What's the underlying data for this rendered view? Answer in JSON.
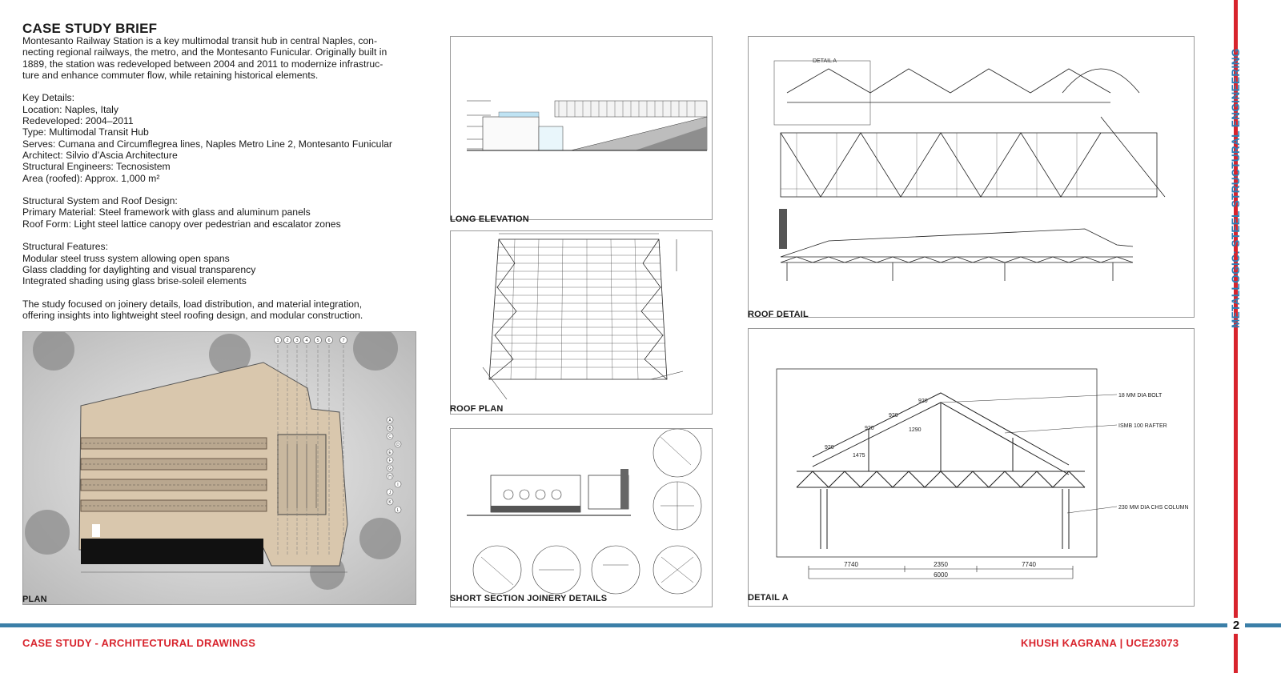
{
  "brief": {
    "title": "CASE STUDY BRIEF",
    "intro_lines": [
      "Montesanto Railway Station is a key multimodal transit hub in central Naples, con-",
      "necting regional railways, the metro, and the Montesanto Funicular. Originally built in",
      "1889, the station was redeveloped between 2004 and 2011 to modernize infrastruc-",
      "ture and enhance commuter flow, while retaining historical elements."
    ],
    "key_details_heading": "Key Details:",
    "key_details": [
      "Location: Naples, Italy",
      "Redeveloped: 2004–2011",
      "Type: Multimodal Transit Hub",
      "Serves: Cumana and Circumflegrea lines, Naples Metro Line 2, Montesanto Funicular",
      "Architect: Silvio d’Ascia Architecture",
      "Structural Engineers: Tecnosistem",
      "Area (roofed): Approx. 1,000 m²"
    ],
    "structural_heading": "Structural System and Roof Design:",
    "structural_lines": [
      "Primary Material: Steel framework with glass and aluminum panels",
      "Roof Form: Light steel lattice canopy over pedestrian and escalator zones"
    ],
    "features_heading": "Structural Features:",
    "features": [
      "Modular steel truss system allowing open spans",
      "Glass cladding for daylighting and visual transparency",
      "Integrated shading using glass brise-soleil elements"
    ],
    "closing_lines": [
      "The study focused on joinery details, load distribution, and material integration,",
      "offering insights into lightweight steel roofing design, and modular construction."
    ]
  },
  "captions": {
    "plan": "PLAN",
    "long_elevation": "LONG ELEVATION",
    "roof_plan": "ROOF PLAN",
    "short_section": "SHORT SECTION JOINERY DETAILS",
    "roof_detail": "ROOF DETAIL",
    "detail_a": "DETAIL A"
  },
  "drawing_labels": {
    "detail_a_tag": "DETAIL A",
    "bolt": "18 MM DIA BOLT",
    "rafter": "ISMB 100 RAFTER",
    "column": "230 MM DIA CHS COLUMN",
    "dim_left": "7740",
    "dim_mid": "2350",
    "dim_right": "7740",
    "dim_total": "6000",
    "rafter_dims": [
      "920",
      "920",
      "920",
      "920",
      "1475",
      "1290"
    ],
    "plan_grid_numbers": [
      "1",
      "2",
      "3",
      "4",
      "5",
      "6",
      "7"
    ],
    "plan_grid_letters": [
      "A",
      "B",
      "C",
      "D",
      "E",
      "F",
      "G",
      "H",
      "I",
      "J",
      "K",
      "L"
    ]
  },
  "side_title": "METALLOGIC: STEEL STRUCTURAL ENGINEERING",
  "page_number": "2",
  "footer": {
    "left": "CASE STUDY - ARCHITECTURAL DRAWINGS",
    "right": "KHUSH KAGRANA | UCE23073"
  },
  "colors": {
    "accent_red": "#d8242d",
    "accent_blue": "#2c7fb8",
    "rule_blue": "#3b7fa8"
  }
}
